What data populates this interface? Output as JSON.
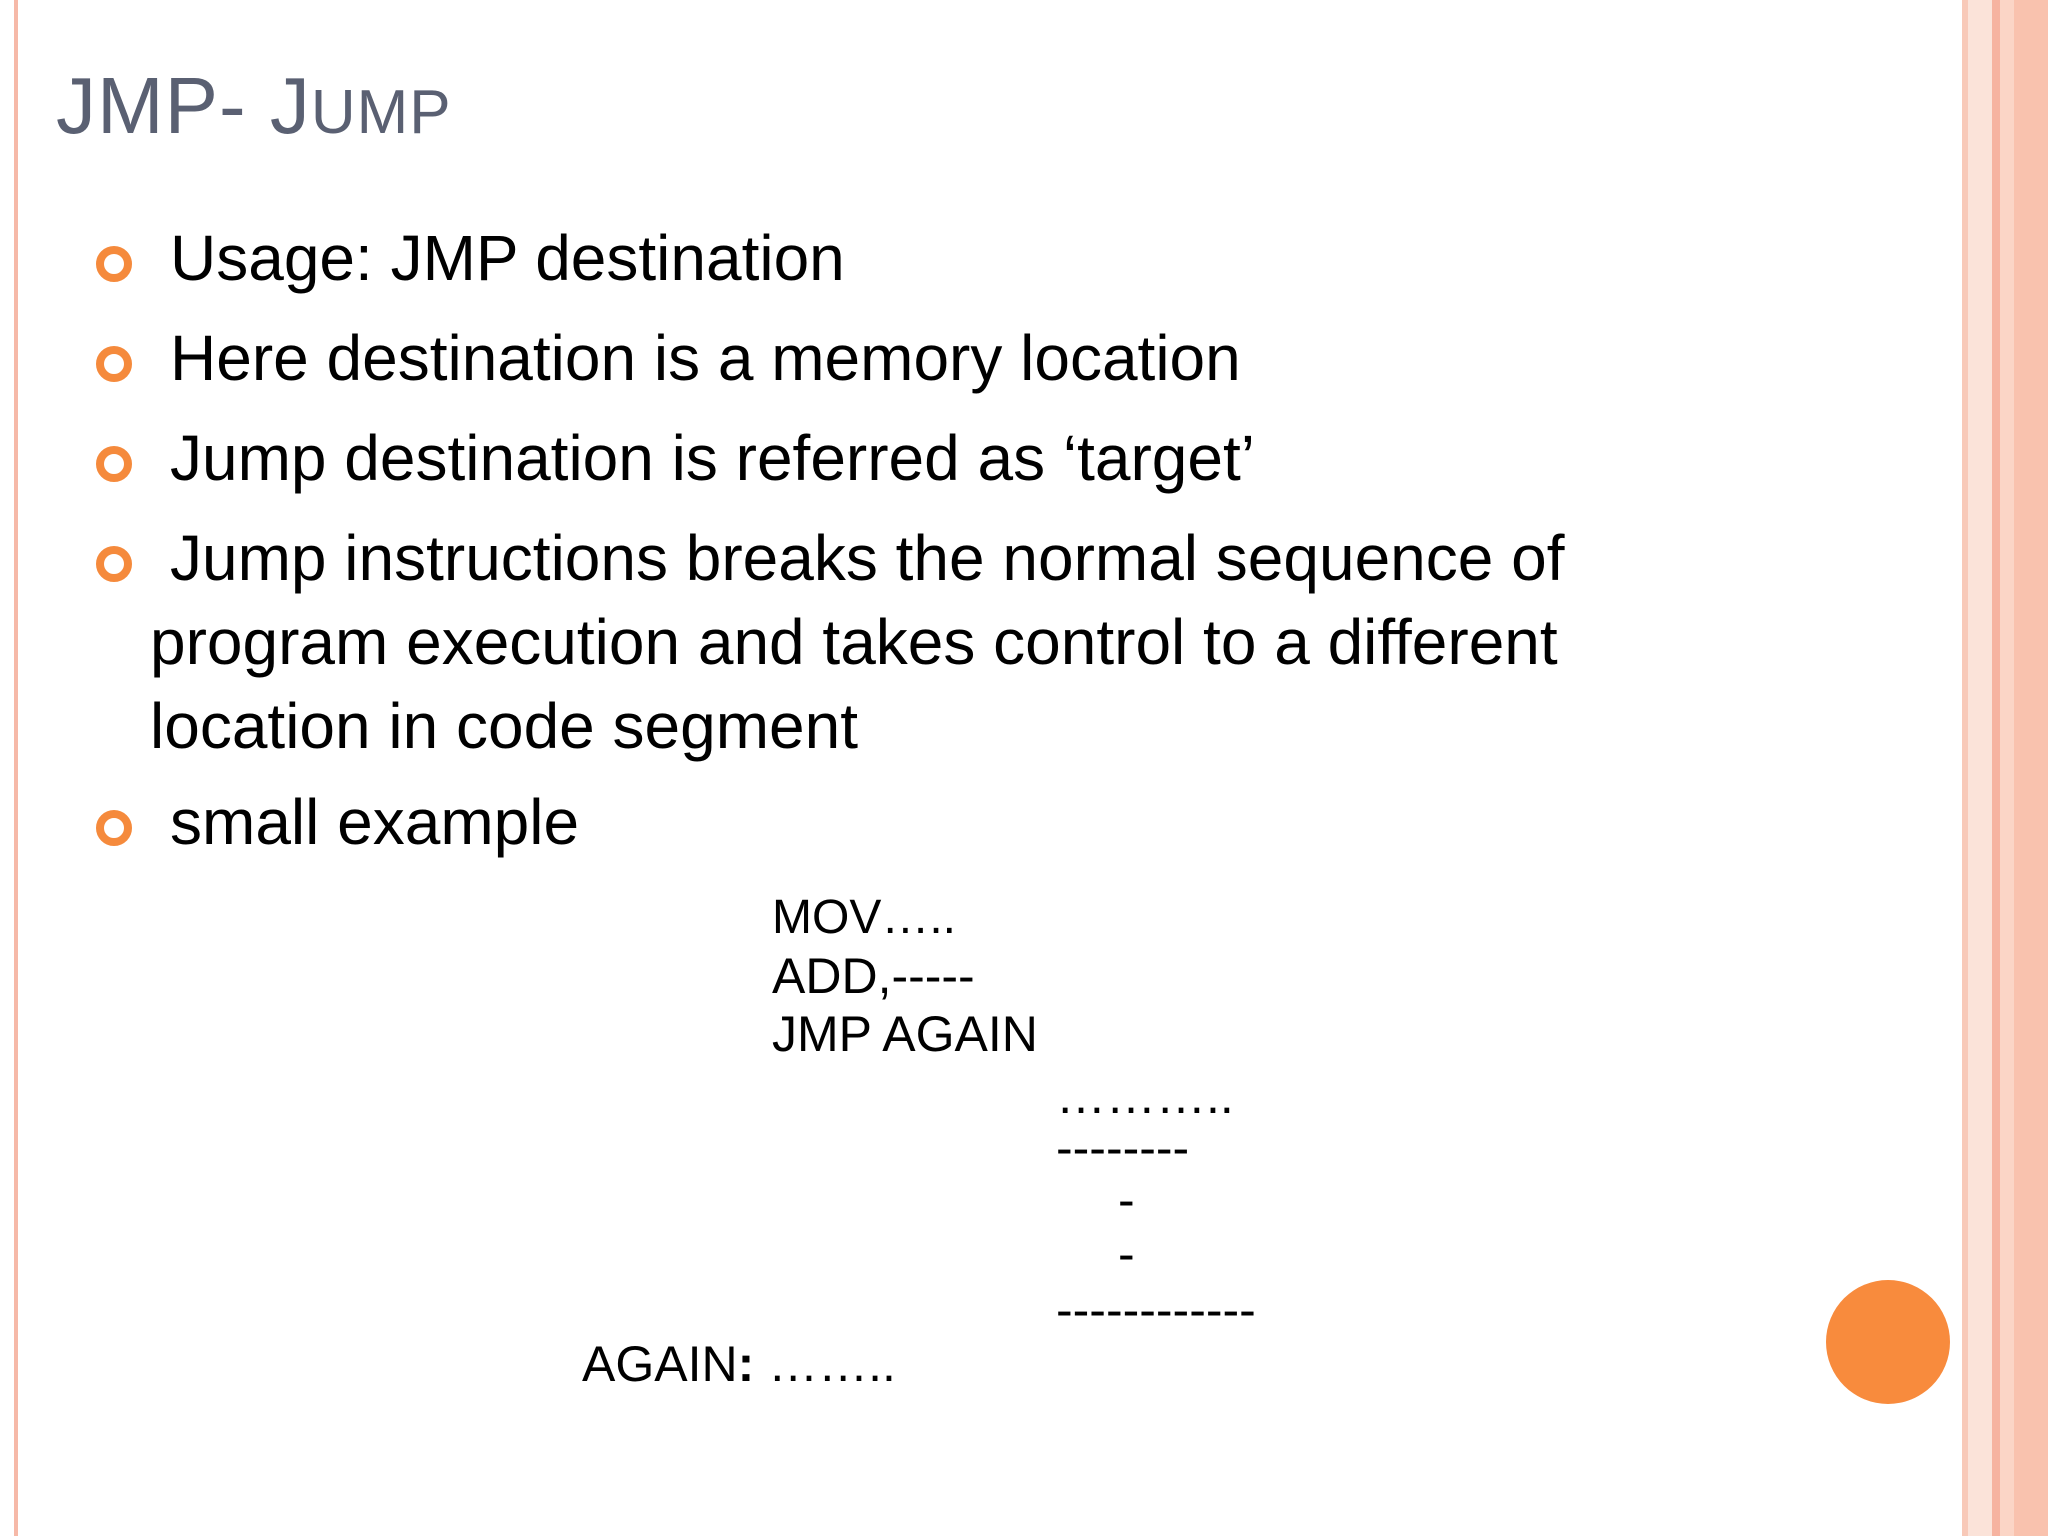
{
  "slide": {
    "title_main": "JMP- J",
    "title_smallcaps": "UMP",
    "bullets": [
      "Usage: JMP  destination",
      "Here destination is a memory location",
      "Jump destination is referred as ‘target’",
      "Jump instructions breaks the normal sequence of",
      "small example"
    ],
    "bullet4_continuation": [
      "program execution and takes control to a different",
      "location in code segment"
    ],
    "code": {
      "line1": "MOV…..",
      "line2": "ADD,-----",
      "line3": "JMP AGAIN",
      "line4": "………..",
      "line5": "--------",
      "line6": "-",
      "line7": "-",
      "line8": "------------",
      "label": "AGAIN",
      "label_colon": ":",
      "label_rest": " …….."
    }
  },
  "colors": {
    "title": "#5a6072",
    "bullet_ring": "#f58a3c",
    "accent_circle": "#f88b3d",
    "border": "#f9c2ae"
  }
}
